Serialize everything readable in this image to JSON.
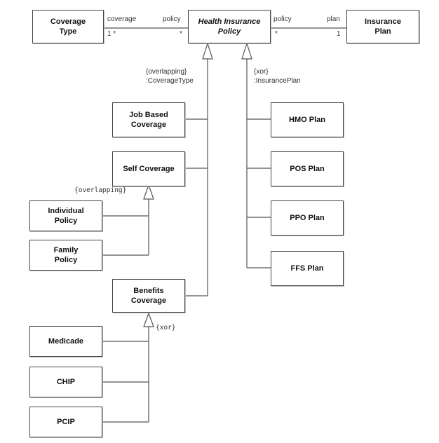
{
  "classes": {
    "coverage_type": "Coverage\nType",
    "health_insurance_policy": "Health Insurance\nPolicy",
    "insurance_plan": "Insurance\nPlan",
    "job_based_coverage": "Job Based\nCoverage",
    "self_coverage": "Self Coverage",
    "individual_policy": "Individual\nPolicy",
    "family_policy": "Family\nPolicy",
    "benefits_coverage": "Benefits\nCoverage",
    "medicade": "Medicade",
    "chip": "CHIP",
    "pcip": "PCIP",
    "hmo_plan": "HMO Plan",
    "pos_plan": "POS Plan",
    "ppo_plan": "PPO Plan",
    "ffs_plan": "FFS Plan"
  },
  "associations": {
    "coverage_role": "coverage",
    "coverage_mult": "1 *",
    "policy_role_left": "policy",
    "policy_mult_left": "*",
    "policy_role_right": "policy",
    "policy_mult_right": "*",
    "plan_role": "plan",
    "plan_mult": "1"
  },
  "constraints": {
    "coverage_type_set": "{overlapping}\n:CoverageType",
    "insurance_plan_set": "{xor}\n:InsurancePlan",
    "self_coverage_set": "{overlapping}",
    "benefits_set": "{xor}"
  }
}
